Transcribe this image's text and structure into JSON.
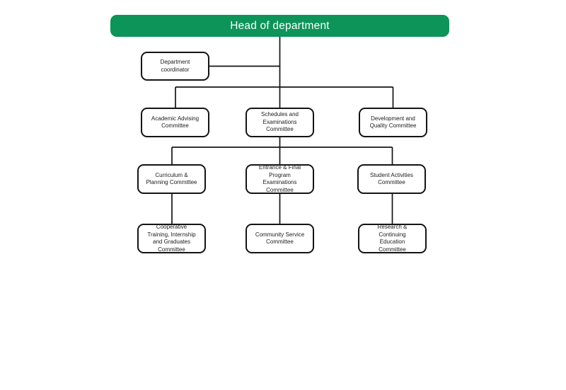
{
  "palette": {
    "header_bg": "#0c9459",
    "header_text": "#ffffff",
    "line_color": "#141414",
    "node_bg": "#ffffff",
    "node_border": "#141414"
  },
  "org_chart": {
    "type": "org-tree",
    "head": {
      "label": "Head of department"
    },
    "coordinator": {
      "label": "Department\ncoordinator"
    },
    "level2": [
      {
        "label": "Academic Advising\nCommittee"
      },
      {
        "label": "Schedules and\nExaminations\nCommittee"
      },
      {
        "label": "Development and\nQuality Committee"
      }
    ],
    "level3": [
      {
        "label": "Curriculum &\nPlanning Committee"
      },
      {
        "label": "Entrance & Final\nProgram\nExaminations\nCommittee"
      },
      {
        "label": "Student Activities\nCommittee"
      }
    ],
    "level4": [
      {
        "label": "Cooperative\nTraining, Internship\nand Graduates\nCommittee"
      },
      {
        "label": "Community Service\nCommittee"
      },
      {
        "label": "Research &\nContinuing\nEducation\nCommittee"
      }
    ]
  }
}
